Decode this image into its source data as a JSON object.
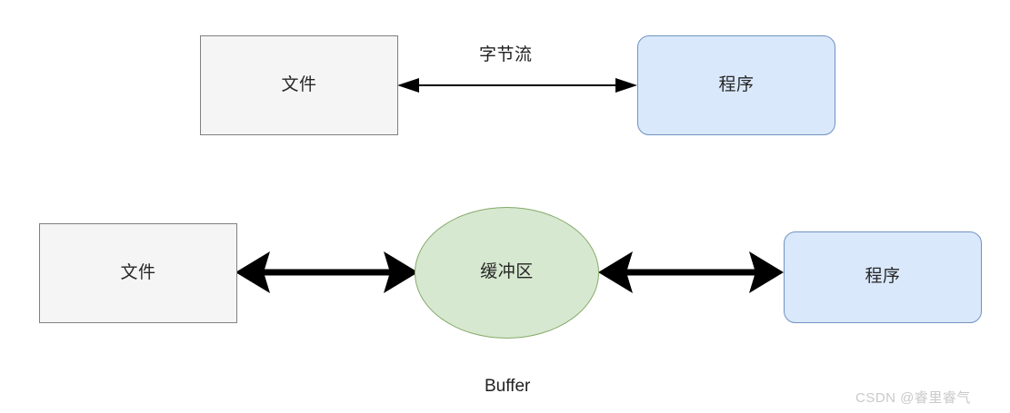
{
  "diagram": {
    "title_caption": "Buffer",
    "watermark": "CSDN @睿里睿气",
    "colors": {
      "file_fill": "#f5f5f5",
      "file_stroke": "#808080",
      "program_fill": "#dae8fc",
      "program_stroke": "#7093c0",
      "buffer_fill": "#d7e8d0",
      "buffer_stroke": "#84aa6a",
      "edge_stroke": "#000000",
      "text": "#262626",
      "watermark": "#c9c9c9",
      "background": "#ffffff"
    },
    "rows": [
      {
        "name": "direct-stream-row",
        "nodes": [
          {
            "id": "file-top",
            "label": "文件",
            "shape": "rectangle",
            "style": "file"
          },
          {
            "id": "program-top",
            "label": "程序",
            "shape": "rounded-rectangle",
            "style": "program"
          }
        ],
        "edges": [
          {
            "id": "edge-byte-stream",
            "label": "字节流",
            "from": "file-top",
            "to": "program-top",
            "direction": "bidirectional",
            "thickness": "thin"
          }
        ]
      },
      {
        "name": "buffered-stream-row",
        "nodes": [
          {
            "id": "file-bottom",
            "label": "文件",
            "shape": "rectangle",
            "style": "file"
          },
          {
            "id": "buffer",
            "label": "缓冲区",
            "shape": "ellipse",
            "style": "buffer"
          },
          {
            "id": "program-bottom",
            "label": "程序",
            "shape": "rounded-rectangle",
            "style": "program"
          }
        ],
        "edges": [
          {
            "id": "edge-file-buffer",
            "label": "",
            "from": "file-bottom",
            "to": "buffer",
            "direction": "bidirectional",
            "thickness": "thick"
          },
          {
            "id": "edge-buffer-program",
            "label": "",
            "from": "buffer",
            "to": "program-bottom",
            "direction": "bidirectional",
            "thickness": "thick"
          }
        ]
      }
    ]
  }
}
